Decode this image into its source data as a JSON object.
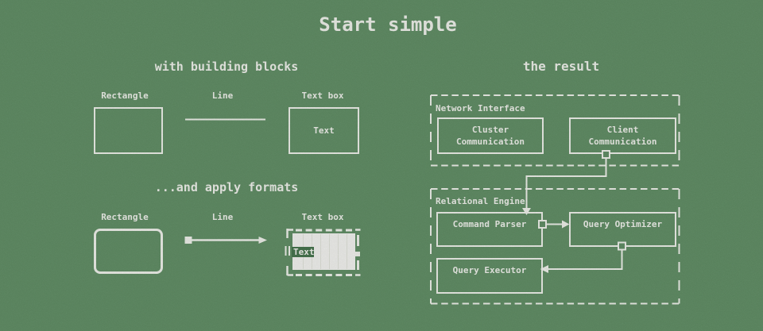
{
  "slide": {
    "title": "Start simple",
    "background_color": "#5b8b60",
    "ink_color": "#f2f4ee",
    "selection_color": "#3e7046"
  },
  "building_blocks": {
    "heading": "with building blocks",
    "rectangle_label": "Rectangle",
    "line_label": "Line",
    "textbox_label": "Text box",
    "textbox_text": "Text"
  },
  "formats": {
    "heading": "...and apply formats",
    "rectangle_label": "Rectangle",
    "line_label": "Line",
    "textbox_label": "Text box",
    "textbox_text": "Text"
  },
  "result": {
    "heading": "the result",
    "network_interface": {
      "label": "Network Interface",
      "nodes": [
        "Cluster Communication",
        "Client Communication"
      ]
    },
    "relational_engine": {
      "label": "Relational Engine",
      "nodes": [
        "Command Parser",
        "Query Optimizer",
        "Query Executor"
      ]
    },
    "connections": [
      "Client Communication -> Command Parser",
      "Command Parser -> Query Optimizer",
      "Query Optimizer -> Query Executor"
    ]
  }
}
